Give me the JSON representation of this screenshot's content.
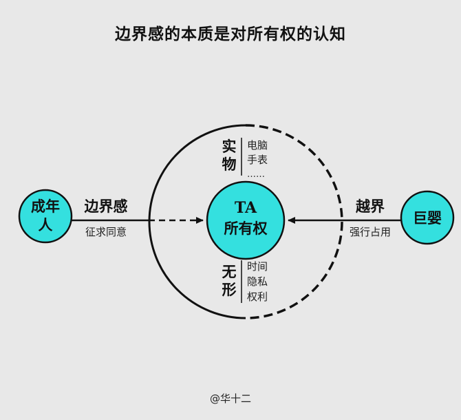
{
  "title": "边界感的本质是对所有权的认知",
  "center": {
    "line1": "TA",
    "line2": "所有权"
  },
  "left_node": {
    "line1": "成年",
    "line2": "人"
  },
  "right_node": {
    "label": "巨婴"
  },
  "left_arrow": {
    "label": "边界感",
    "sublabel": "征求同意"
  },
  "right_arrow": {
    "label": "越界",
    "sublabel": "强行占用"
  },
  "tangible": {
    "label_char1": "实",
    "label_char2": "物",
    "items": [
      "电脑",
      "手表",
      "……"
    ]
  },
  "intangible": {
    "label_char1": "无",
    "label_char2": "形",
    "items": [
      "时间",
      "隐私",
      "权利"
    ]
  },
  "watermark": "@华十二",
  "colors": {
    "node_fill": "#34e0df",
    "stroke": "#111111",
    "background": "#e8e8e8"
  }
}
